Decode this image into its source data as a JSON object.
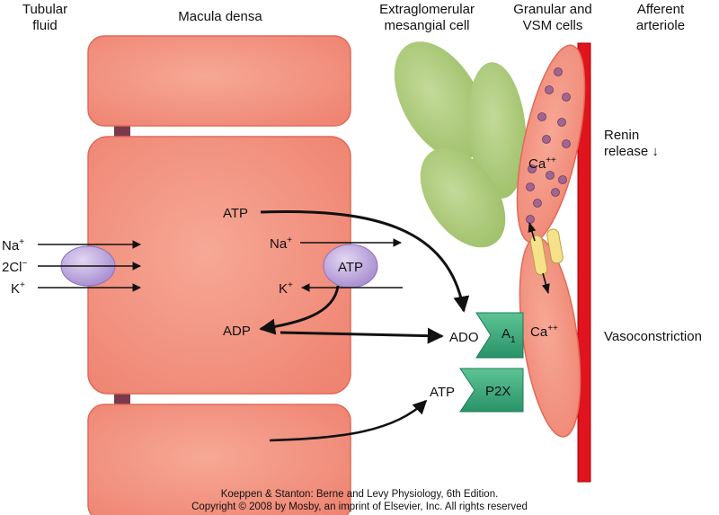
{
  "headers": {
    "tubular_fluid": [
      "Tubular",
      "fluid"
    ],
    "macula_densa": "Macula densa",
    "mesangial": [
      "Extraglomerular",
      "mesangial cell"
    ],
    "granular": [
      "Granular and",
      "VSM cells"
    ],
    "afferent": [
      "Afferent",
      "arteriole"
    ]
  },
  "side_labels": {
    "renin": [
      "Renin",
      "release ↓"
    ],
    "vasoconstriction": "Vasoconstriction"
  },
  "ions_left": {
    "na": "Na",
    "na_sup": "+",
    "cl": "2Cl",
    "cl_sup": "−",
    "k": "K",
    "k_sup": "+"
  },
  "ions_right": {
    "na": "Na",
    "na_sup": "+",
    "k": "K",
    "k_sup": "+"
  },
  "metabolites": {
    "atp_top": "ATP",
    "atpase": "ATP",
    "adp": "ADP",
    "ado": "ADO",
    "atp_bottom": "ATP"
  },
  "receptors": {
    "a1": "A",
    "a1_sub": "1",
    "p2x": "P2X"
  },
  "calcium": {
    "granular": "Ca",
    "granular_sup": "++",
    "vsm": "Ca",
    "vsm_sup": "++"
  },
  "credit": {
    "line1": "Koeppen & Stanton: Berne and Levy Physiology, 6th Edition.",
    "line2": "Copyright © 2008 by Mosby, an imprint of Elsevier, Inc. All rights reserved"
  },
  "colors": {
    "cell": "#f08a78",
    "cell_stroke": "#e06a58",
    "junction": "#7a3a4a",
    "transporter": "#b8a2d8",
    "mesangial": "#a9c874",
    "receptor": "#3aa87a",
    "arteriole": "#e0141e",
    "granule": "#a06690",
    "channel": "#f5e28a"
  }
}
